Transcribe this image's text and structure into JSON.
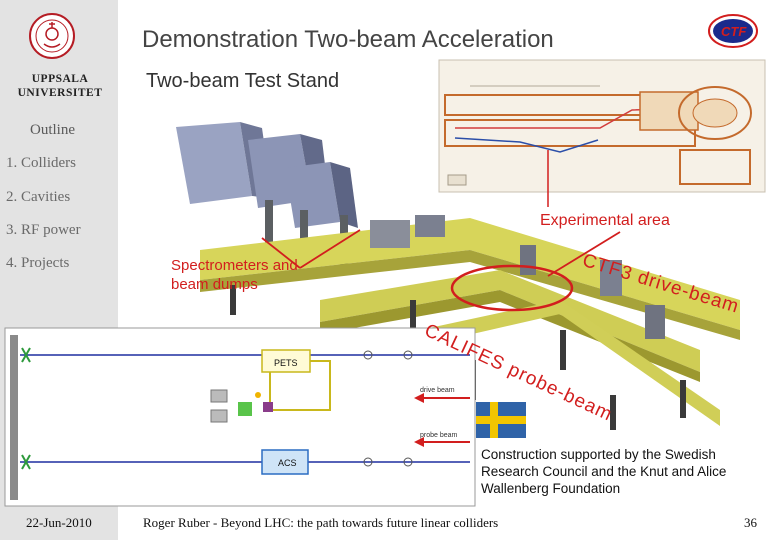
{
  "header": {
    "title": "Demonstration Two-beam Acceleration",
    "subtitle": "Two-beam Test Stand"
  },
  "sidebar": {
    "logo_text": "UPPSALA UNIVERSITET",
    "outline_title": "Outline",
    "items": [
      {
        "label": "1. Colliders"
      },
      {
        "label": "2. Cavities"
      },
      {
        "label": "3. RF power"
      },
      {
        "label": "4. Projects"
      }
    ]
  },
  "figure": {
    "experimental_area": "Experimental area",
    "spectrometers": "Spectrometers and beam dumps",
    "ctf3_drive": "CTF3 drive-beam",
    "califes_probe": "CALIFES probe-beam",
    "schematic": {
      "drive_beam": "drive beam",
      "probe_beam": "probe beam",
      "plets": "PETS",
      "acs": "ACS"
    }
  },
  "support_note": "Construction supported by the Swedish Research Council and the Knut and Alice Wallenberg Foundation",
  "footer": {
    "date": "22-Jun-2010",
    "text": "Roger Ruber - Beyond LHC: the path towards future linear colliders",
    "page": "36"
  },
  "colors": {
    "label_red": "#d21e1e",
    "sidebar_gray": "#e3e3e3",
    "flag_blue": "#2f63a8",
    "flag_yellow": "#f2c500"
  }
}
